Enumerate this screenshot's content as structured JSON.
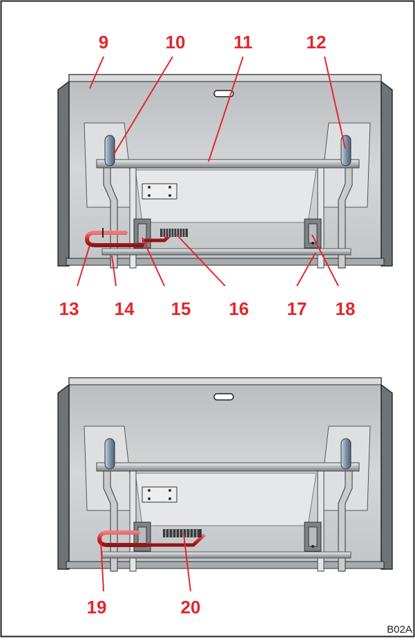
{
  "colors": {
    "callout": "#e3262b",
    "bucket_body": "#c9cbcd",
    "bucket_dark": "#8f9396",
    "frame": "#222222",
    "rod": "#e3262b"
  },
  "figure": {
    "code": "B02A",
    "top_callouts": [
      "9",
      "10",
      "11",
      "12"
    ],
    "bottom_row_callouts": [
      "13",
      "14",
      "15",
      "16",
      "17",
      "18"
    ],
    "lower_callouts": [
      "19",
      "20"
    ]
  }
}
